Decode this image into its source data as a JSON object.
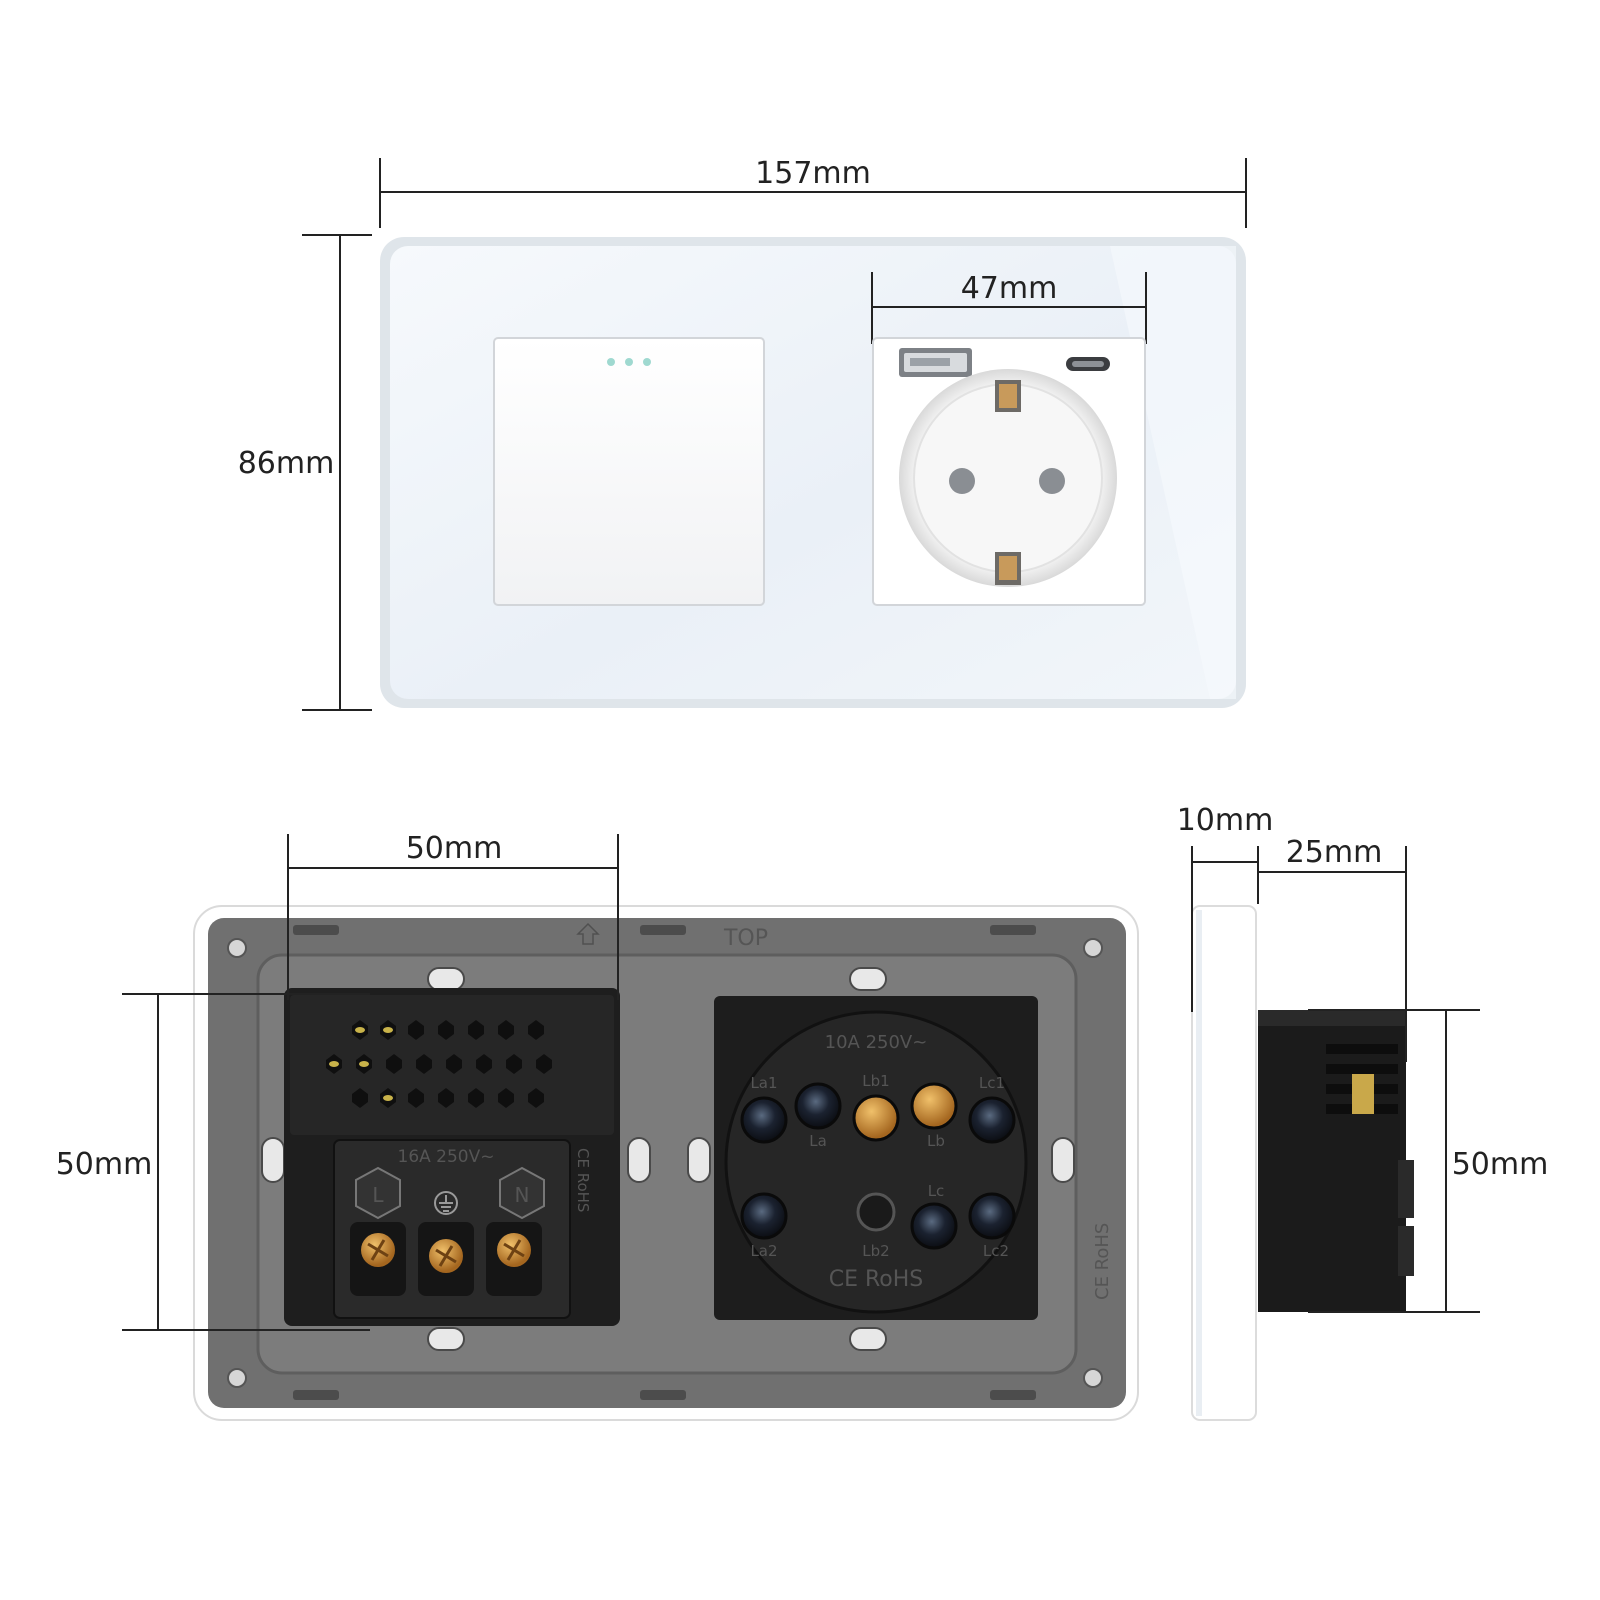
{
  "dimensions": {
    "front_width": "157mm",
    "front_height": "86mm",
    "socket_width": "47mm",
    "back_module_width": "50mm",
    "back_module_height": "50mm",
    "side_plate_depth": "10mm",
    "side_body_depth": "25mm",
    "side_body_height": "50mm"
  },
  "back_labels": {
    "top": "TOP",
    "switch_rating": "16A 250V~",
    "switch_cert": "CE RoHS",
    "terminal_l": "L",
    "terminal_n": "N",
    "socket_rating": "10A 250V~",
    "socket_cert": "CE RoHS",
    "frame_cert": "CE RoHS",
    "term_la1": "La1",
    "term_la": "La",
    "term_lb1": "Lb1",
    "term_lb": "Lb",
    "term_lc1": "Lc1",
    "term_lc": "Lc",
    "term_la2": "La2",
    "term_lb2": "Lb2",
    "term_lc2": "Lc2"
  },
  "colors": {
    "glass_rim": "#dfe5ea",
    "glass_face": "#eef3f9",
    "module_white": "#ffffff",
    "back_frame": "#707070",
    "back_inner": "#8a8a8a",
    "module_black": "#1c1c1c",
    "brass": "#c98b3a",
    "indicator_dot": "#9fd9d0"
  },
  "icons": {
    "usb_a": "usb-a-port-icon",
    "usb_c": "usb-c-port-icon",
    "ground": "ground-symbol-icon",
    "top_arrow": "up-arrow-icon"
  }
}
